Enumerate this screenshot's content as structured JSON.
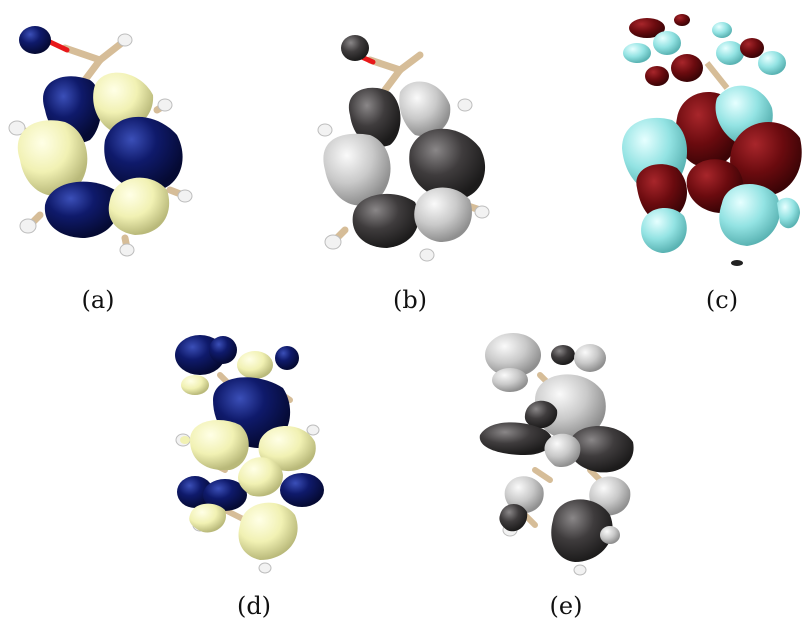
{
  "figure": {
    "panels": [
      {
        "id": "a",
        "label": "(a)",
        "style": "blue-yellow orbital isosurface, ring view with side group"
      },
      {
        "id": "b",
        "label": "(b)",
        "style": "grayscale orbital isosurface, ring view with side group"
      },
      {
        "id": "c",
        "label": "(c)",
        "style": "dark-red and cyan isosurface"
      },
      {
        "id": "d",
        "label": "(d)",
        "style": "blue-yellow orbital isosurface, stacked view"
      },
      {
        "id": "e",
        "label": "(e)",
        "style": "grayscale orbital isosurface, stacked view"
      }
    ],
    "colors": {
      "navy": "#0f1a6b",
      "cream": "#f1f1b3",
      "dark_gray": "#3f3c3d",
      "light_gray": "#c9c9c9",
      "dark_red": "#6b0b0f",
      "cyan": "#93e3e3",
      "bond": "#d6bd98",
      "oxygen": "#e8181a",
      "hydrogen": "#f2f2f2"
    }
  }
}
